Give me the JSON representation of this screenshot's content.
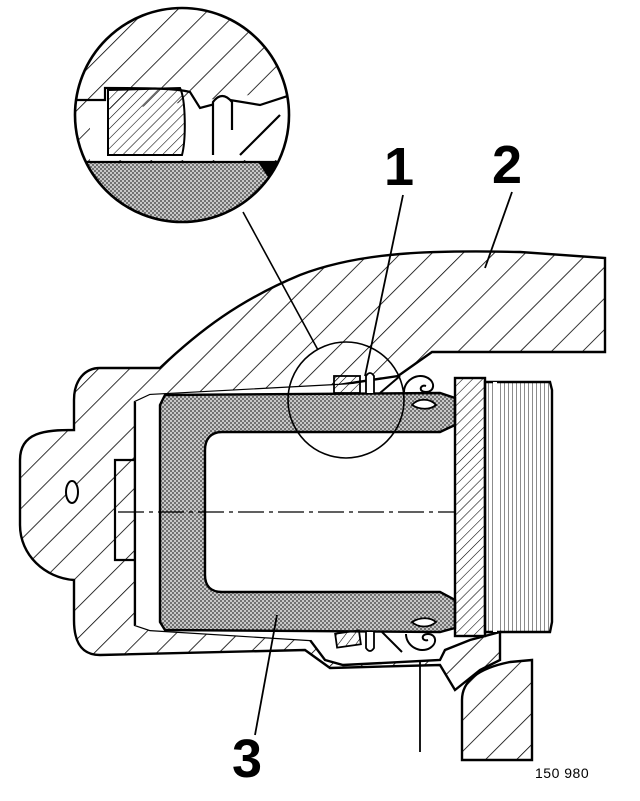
{
  "diagram": {
    "callouts": [
      {
        "id": "1",
        "label": "1"
      },
      {
        "id": "2",
        "label": "2"
      },
      {
        "id": "3",
        "label": "3"
      }
    ],
    "reference_number": "150 980"
  },
  "colors": {
    "line": "#000000",
    "stipple": "#9a9a9a",
    "paper": "#ffffff"
  }
}
